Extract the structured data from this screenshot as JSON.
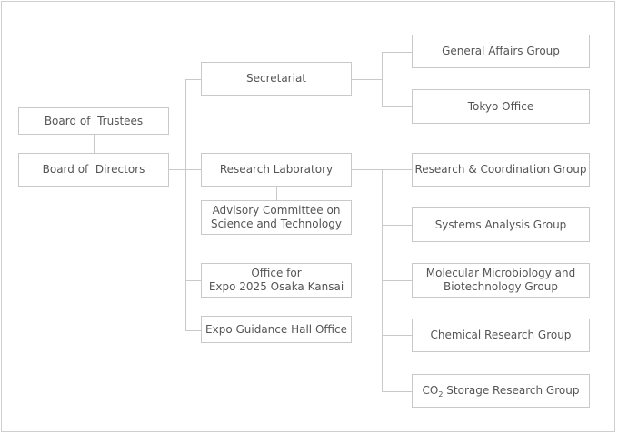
{
  "nodes": {
    "board_of_trustees": "Board of  Trustees",
    "board_of_directors": "Board of  Directors",
    "secretariat": "Secretariat",
    "research_laboratory": "Research Laboratory",
    "advisory_committee": [
      "Advisory Committee on",
      "Science and Technology"
    ],
    "office_for_expo": [
      "Office for",
      "Expo 2025 Osaka Kansai"
    ],
    "expo_guidance_hall": "Expo Guidance Hall Office",
    "general_affairs": "General Affairs Group",
    "tokyo_office": "Tokyo Office",
    "research_coordination": "Research & Coordination Group",
    "systems_analysis": "Systems Analysis Group",
    "molecular_microbiology": [
      "Molecular Microbiology and",
      "Biotechnology Group"
    ],
    "chemical_research": "Chemical Research Group",
    "co2_storage": {
      "prefix": "CO",
      "subscript": "2",
      "suffix": " Storage Research Group"
    }
  }
}
